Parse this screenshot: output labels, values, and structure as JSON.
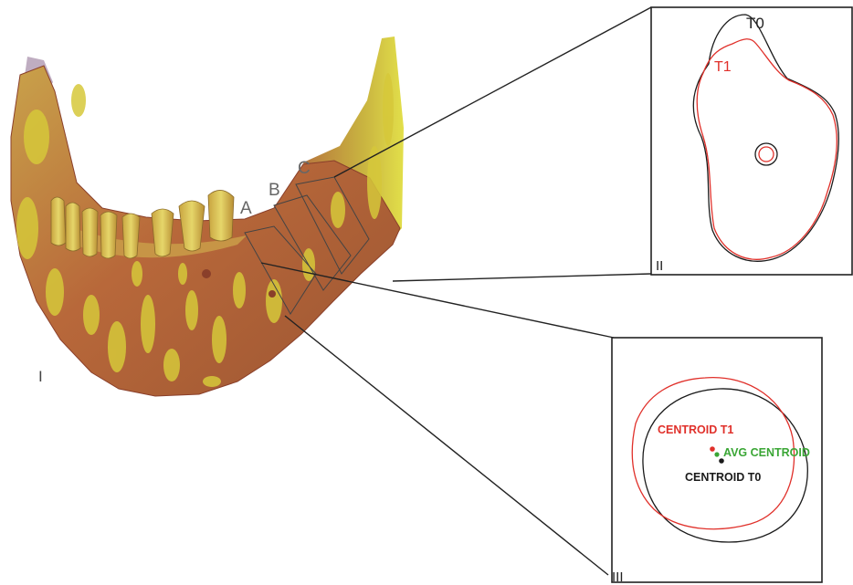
{
  "panels": {
    "main_label": "I",
    "top_right_label": "II",
    "bottom_right_label": "III"
  },
  "sections": {
    "a": "A",
    "b": "B",
    "c": "C"
  },
  "contour_labels": {
    "t0": "T0",
    "t1": "T1"
  },
  "centroid_labels": {
    "t1": "CENTROID T1",
    "avg": "AVG CENTROID",
    "t0": "CENTROID T0"
  },
  "colors": {
    "t0": "#1a1a1a",
    "t1": "#e0302a",
    "avg": "#3aa635",
    "bone_base": "#b8683a",
    "bone_highlight": "#d6c83a",
    "tooth": "#dccd5a"
  }
}
